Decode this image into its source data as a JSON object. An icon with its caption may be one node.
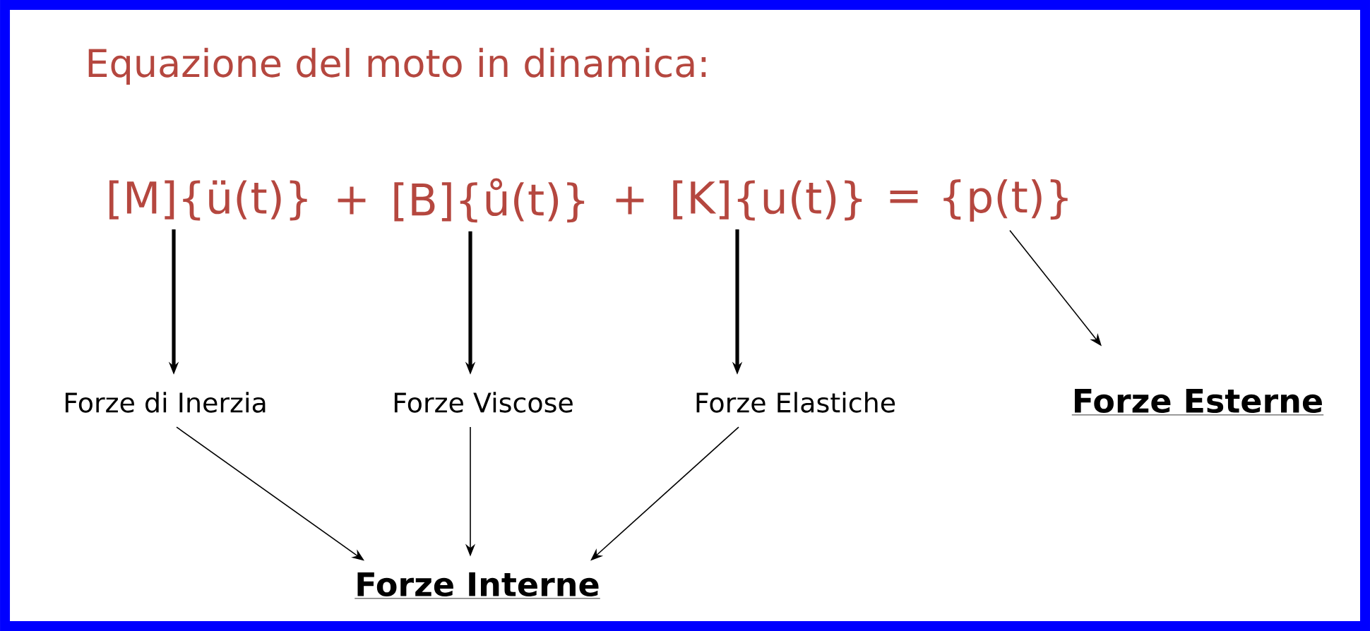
{
  "diagram": {
    "title": "Equazione del moto in dinamica:",
    "nodes": [
      {
        "text": [
          "[M]{ü(t)}"
        ]
      },
      {
        "text": [
          "[B]{ů(t)}"
        ]
      },
      {
        "text": [
          "[K]{u(t)}"
        ]
      },
      {
        "text": [
          "{p(t)}"
        ]
      },
      {
        "text": [
          "Forze di Inerzia"
        ]
      },
      {
        "text": [
          "Forze Viscose"
        ]
      },
      {
        "text": [
          "Forze Elastiche"
        ]
      },
      {
        "text": [
          "Forze Esterne"
        ]
      },
      {
        "text": [
          "Forze Interne"
        ]
      }
    ],
    "edges": [
      {
        "from": 0,
        "to": 4,
        "arrow": "to",
        "style": "thick"
      },
      {
        "from": 1,
        "to": 5,
        "arrow": "to",
        "style": "thick"
      },
      {
        "from": 2,
        "to": 6,
        "arrow": "to",
        "style": "thick"
      },
      {
        "from": 3,
        "to": 7,
        "arrow": "to"
      },
      {
        "from": 4,
        "to": 8,
        "arrow": "to"
      },
      {
        "from": 5,
        "to": 8,
        "arrow": "to"
      },
      {
        "from": 6,
        "to": 8,
        "arrow": "to"
      }
    ],
    "labels": [
      "+",
      "+",
      "="
    ]
  }
}
